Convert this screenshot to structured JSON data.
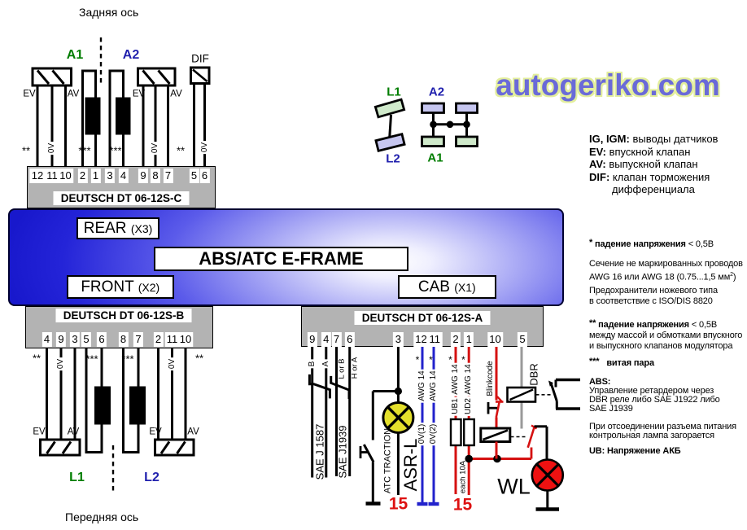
{
  "watermark": {
    "text": "autogeriko.com",
    "color": "#6a6ad8",
    "glow_color": "#e3ee9d"
  },
  "titles": {
    "rear_axle": "Задняя ось",
    "front_axle": "Передняя ось"
  },
  "ecu": {
    "name": "ABS/ATC E-FRAME",
    "rear_label": "REAR",
    "rear_conn": "(X3)",
    "front_label": "FRONT",
    "front_conn": "(X2)",
    "cab_label": "CAB",
    "cab_conn": "(X1)"
  },
  "connectors": {
    "c": {
      "label": "DEUTSCH DT 06-12S-C",
      "pins": [
        "12",
        "11",
        "10",
        "2",
        "1",
        "3",
        "4",
        "9",
        "8",
        "7",
        "5",
        "6"
      ]
    },
    "b": {
      "label": "DEUTSCH DT 06-12S-B",
      "pins": [
        "4",
        "9",
        "3",
        "5",
        "6",
        "8",
        "7",
        "2",
        "11",
        "10"
      ]
    },
    "a": {
      "label": "DEUTSCH DT 06-12S-A",
      "pins": [
        "9",
        "4",
        "7",
        "6",
        "3",
        "12",
        "11",
        "2",
        "1",
        "10",
        "5"
      ]
    }
  },
  "axles": {
    "rear": {
      "s1": "A1",
      "s2": "A2",
      "dif": "DIF"
    },
    "front": {
      "s1": "L1",
      "s2": "L2"
    },
    "ev": "EV",
    "av": "AV",
    "ov": "0V",
    "star2": "**",
    "star3": "***"
  },
  "vehicle": {
    "l1": "L1",
    "l2": "L2",
    "a1": "A1",
    "a2": "A2"
  },
  "circuit": {
    "pin_b": "B",
    "pin_a": "A",
    "pin_lorb": "L or B",
    "pin_hora": "H or A",
    "sae1587": "SAE J 1587",
    "sae1939": "SAE J1939",
    "atc": "ATC TRACTION",
    "asr": "ASR-L",
    "t15_asr": "15",
    "t15_ub": "15",
    "star": "*",
    "awg14": "AWG 14",
    "ov1": "0V(1)",
    "ov2": "0V(2)",
    "ub1": "UB1",
    "ub2": "UD2",
    "each10a": "each 10A",
    "blinkcode": "Blinkcode",
    "dbr": "DBR",
    "wl": "WL"
  },
  "legend": {
    "rows": [
      {
        "key": "IG, IGM:",
        "value": "выводы датчиков"
      },
      {
        "key": "EV:",
        "value": "впускной клапан"
      },
      {
        "key": "AV:",
        "value": "выпускной клапан"
      },
      {
        "key": "DIF:",
        "value": "клапан торможения"
      },
      {
        "key": "",
        "value": "дифференциала"
      }
    ]
  },
  "notes": {
    "n1_star": "*",
    "n1_bold": "падение напряжения",
    "n1_rest": " < 0,5В",
    "n2_l1": "Сечение не маркированных проводов",
    "n2_l2a": "AWG 16 или AWG 18 (0.75...1,5 мм",
    "n2_sup": "2",
    "n2_l2b": ")",
    "n3_l1": "Предохранители ножевого типа",
    "n3_l2": "в соответствие с  ISO/DIS 8820",
    "n4_star": "**",
    "n4_bold": "падение напряжения",
    "n4_rest": " < 0,5В",
    "n4_l2": "между массой и обмотками впускного",
    "n4_l3": "и выпускного клапанов модулятора",
    "n5_star": "***",
    "n5_bold": "витая пара",
    "abs_title": "ABS:",
    "abs_l1": "Управление ретардером через",
    "abs_l2": "DBR реле либо SAE J1922 либо",
    "abs_l3": "SAE J1939",
    "wl_l1": "При отсоединении разъема питания",
    "wl_l2": "контрольная лампа загорается",
    "ub_bold": "UB: Напряжение АКБ"
  },
  "colors": {
    "wire_black": "#000000",
    "wire_red": "#d51111",
    "wire_blue": "#2222cc",
    "wire_grey": "#9a9a9a",
    "ecu_blue": "#1616d2",
    "connector_grey": "#b3b3b3",
    "lamp_yellow": "#e4e02c",
    "lamp_red": "#ee1111",
    "wheel_green": "#cfe9ca",
    "wheel_purple": "#c6c6f0",
    "label_green": "#007d00",
    "label_blue": "#2121ae",
    "terminal_red": "#dd1111"
  }
}
